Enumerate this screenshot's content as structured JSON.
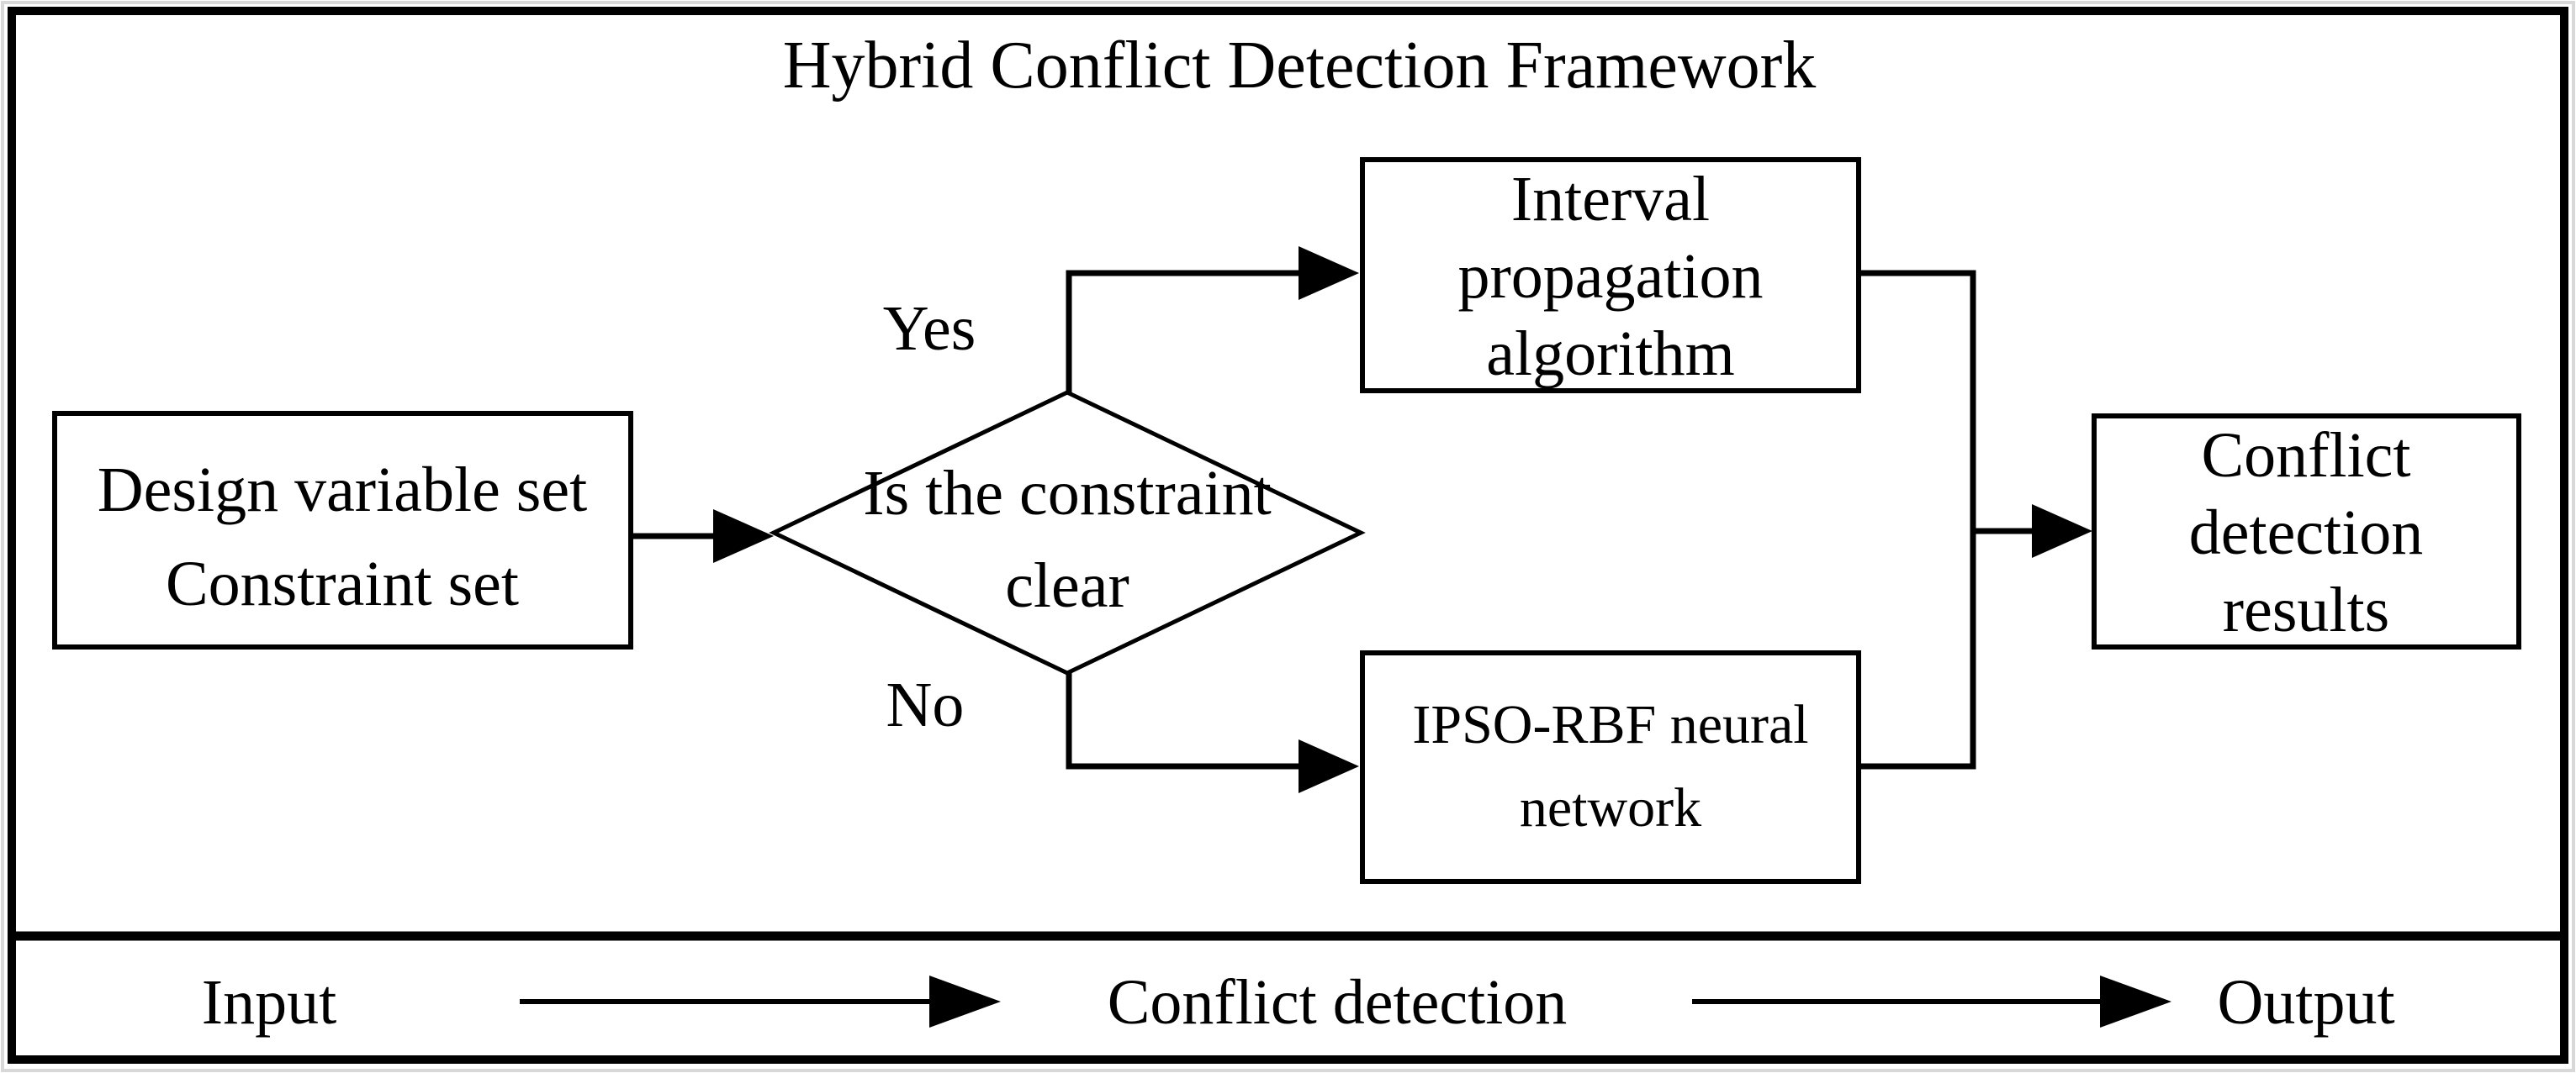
{
  "title": "Hybrid Conflict Detection Framework",
  "colors": {
    "ink": "#000000",
    "paper": "#ffffff",
    "outer_edge": "#d8d8d8"
  },
  "nodes": {
    "design": {
      "type": "process",
      "label": "Design variable set Constraint set",
      "lines": [
        "Design variable set",
        "Constraint set"
      ]
    },
    "decision": {
      "type": "decision",
      "label": "Is the constraint clear",
      "lines": [
        "Is the constraint",
        "clear"
      ]
    },
    "interval": {
      "type": "process",
      "label": "Interval propagation algorithm",
      "lines": [
        "Interval",
        "propagation",
        "algorithm"
      ]
    },
    "ipso": {
      "type": "process",
      "label": "IPSO-RBF neural network",
      "lines": [
        "IPSO-RBF neural",
        "network"
      ]
    },
    "results": {
      "type": "process",
      "label": "Conflict detection results",
      "lines": [
        "Conflict",
        "detection",
        "results"
      ]
    }
  },
  "branch_labels": {
    "yes": "Yes",
    "no": "No"
  },
  "footer": {
    "input": "Input",
    "stage": "Conflict detection",
    "output": "Output"
  }
}
